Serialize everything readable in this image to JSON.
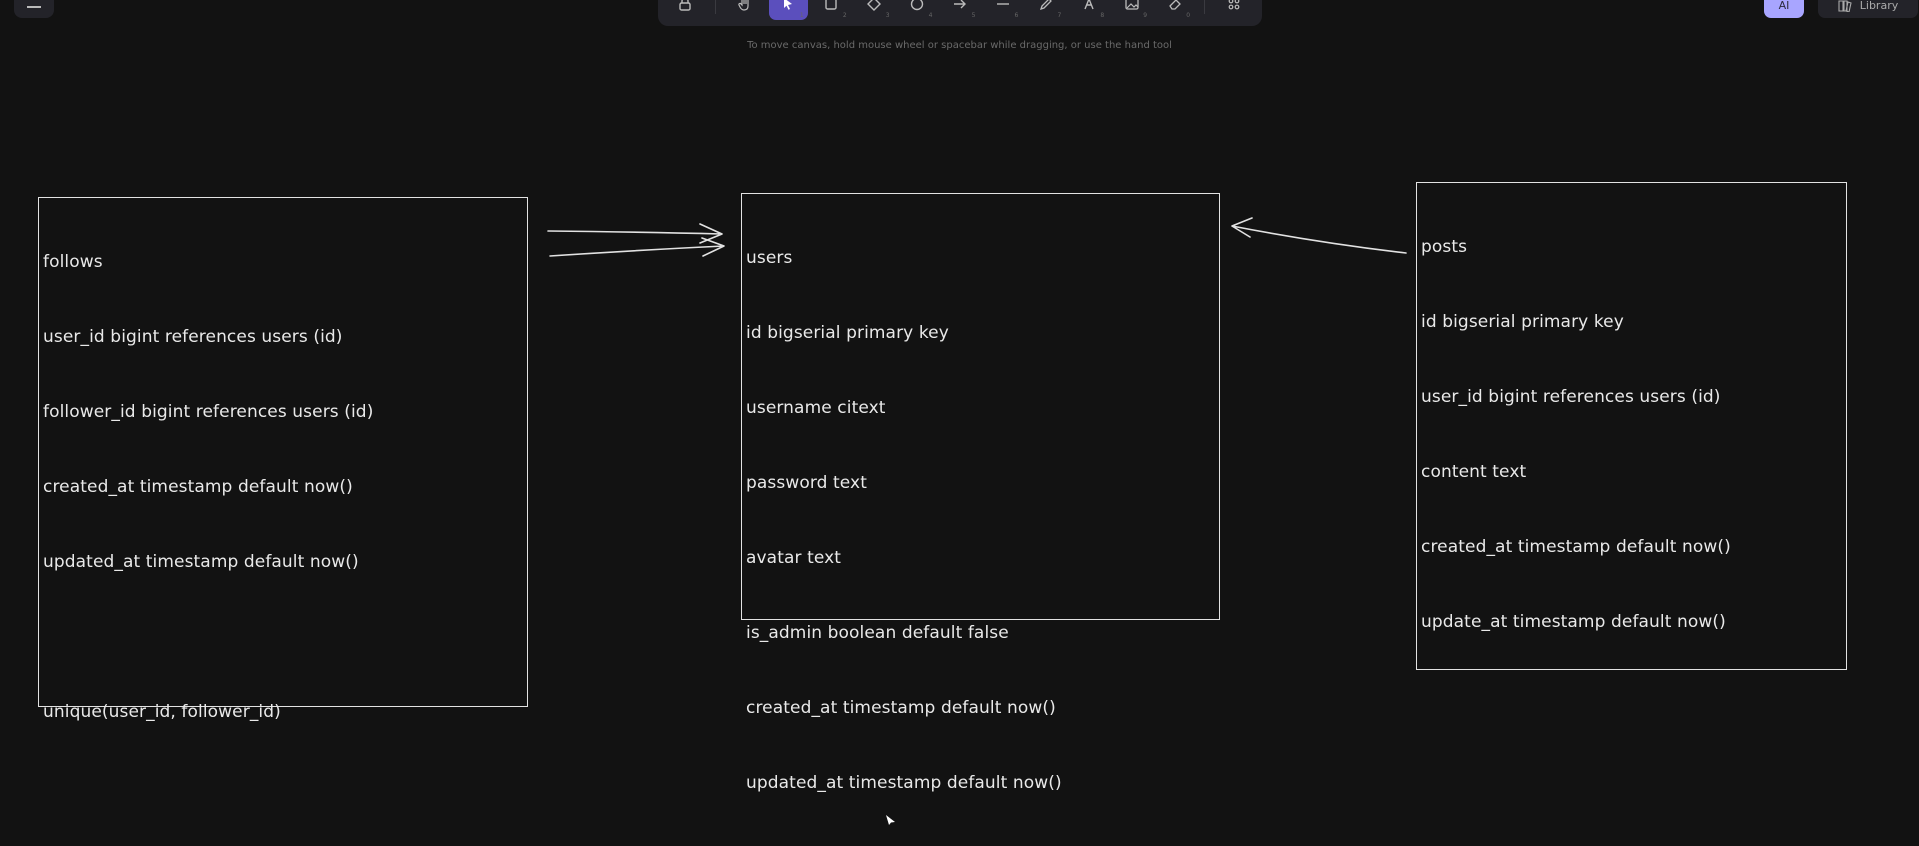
{
  "toolbar": {
    "tools": [
      {
        "name": "lock-icon",
        "shortcut": ""
      },
      {
        "name": "hand-icon",
        "shortcut": ""
      },
      {
        "name": "selection-icon",
        "shortcut": "1"
      },
      {
        "name": "rectangle-icon",
        "shortcut": "2"
      },
      {
        "name": "diamond-icon",
        "shortcut": "3"
      },
      {
        "name": "ellipse-icon",
        "shortcut": "4"
      },
      {
        "name": "arrow-icon",
        "shortcut": "5"
      },
      {
        "name": "line-icon",
        "shortcut": "6"
      },
      {
        "name": "pencil-icon",
        "shortcut": "7"
      },
      {
        "name": "text-icon",
        "shortcut": "8"
      },
      {
        "name": "image-icon",
        "shortcut": "9"
      },
      {
        "name": "eraser-icon",
        "shortcut": "0"
      },
      {
        "name": "more-tools-icon",
        "shortcut": ""
      }
    ],
    "active_tool": "selection-icon"
  },
  "hint": "To move canvas, hold mouse wheel or spacebar while dragging, or use the hand tool",
  "top_right": {
    "ai_label": "AI",
    "library_label": "Library"
  },
  "colors": {
    "canvas": "#121212",
    "stroke": "#e2e2e2",
    "active_tool": "#5b4fbd",
    "ai_button": "#a8a5ff"
  },
  "tables": {
    "follows": {
      "lines": [
        "follows",
        "user_id bigint references users (id)",
        "follower_id bigint references users (id)",
        "created_at timestamp default now()",
        "updated_at timestamp default now()",
        "",
        "unique(user_id, follower_id)"
      ]
    },
    "users": {
      "lines": [
        "users",
        "id bigserial primary key",
        "username citext",
        "password text",
        "avatar text",
        "is_admin boolean default false",
        "created_at timestamp default now()",
        "updated_at timestamp default now()"
      ]
    },
    "posts": {
      "lines": [
        "posts",
        "id bigserial primary key",
        "user_id bigint references users (id)",
        "content text",
        "created_at timestamp default now()",
        "update_at timestamp default now()"
      ]
    }
  }
}
